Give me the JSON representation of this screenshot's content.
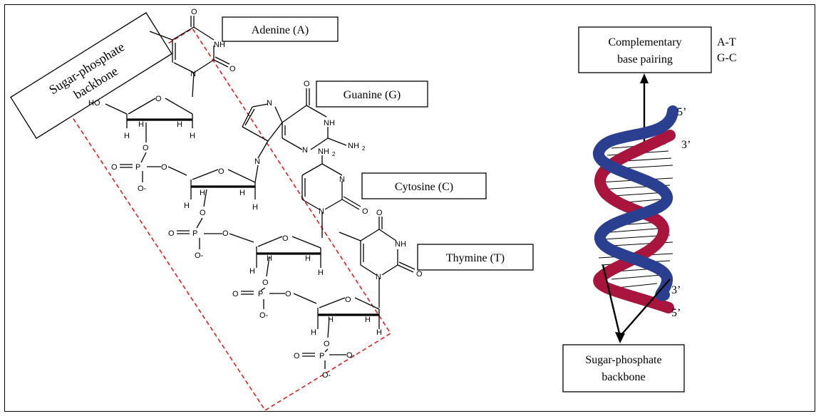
{
  "labels": {
    "adenine": "Adenine (A)",
    "guanine": "Guanine (G)",
    "cytosine": "Cytosine (C)",
    "thymine": "Thymine (T)",
    "backbone_left_line1": "Sugar-phosphate",
    "backbone_left_line2": "backbone",
    "complementary_line1": "Complementary",
    "complementary_line2": "base pairing",
    "pair_at": "A-T",
    "pair_gc": "G-C",
    "backbone_right_line1": "Sugar-phosphate",
    "backbone_right_line2": "backbone",
    "end_top_left": "5’",
    "end_top_right": "3’",
    "end_bottom_right_upper": "3’",
    "end_bottom_right_lower": "5’"
  },
  "chem": {
    "O": "O",
    "N": "N",
    "NH": "NH",
    "H": "H",
    "HO": "HO",
    "P": "P",
    "Ominus": "O-",
    "NH2": "NH",
    "NH2_sub": "2"
  },
  "colors": {
    "strand_blue": "#2a3f8f",
    "strand_red": "#a8143c",
    "dashed_box": "#e02020"
  }
}
